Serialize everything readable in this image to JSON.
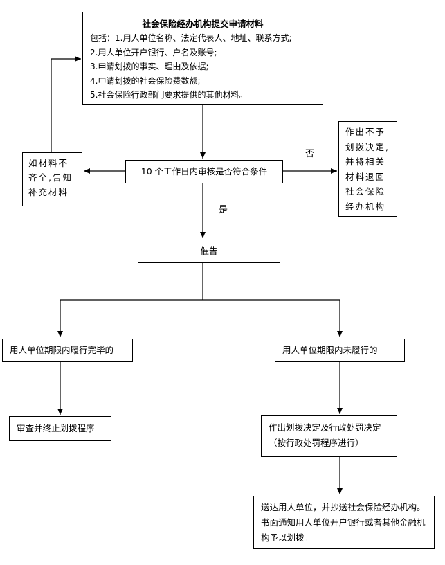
{
  "top_box": {
    "title": "社会保险经办机构提交申请材料",
    "lines": [
      "包括：1.用人单位名称、法定代表人、地址、联系方式;",
      "2.用人单位开户银行、户名及账号;",
      "3.申请划拨的事实、理由及依据;",
      "4.申请划拨的社会保险费数额;",
      "5.社会保险行政部门要求提供的其他材料。"
    ]
  },
  "review_box": {
    "text": "10 个工作日内审核是否符合条件"
  },
  "left_box": {
    "text": "如材料不齐全,告知补充材料"
  },
  "right_box": {
    "text": "作出不予划拨决定,并将相关材料退回社会保险经办机构"
  },
  "labels": {
    "no": "否",
    "yes": "是"
  },
  "urge_box": {
    "text": "催告"
  },
  "done_box": {
    "text": "用人单位期限内履行完毕的"
  },
  "notdone_box": {
    "text": "用人单位期限内未履行的"
  },
  "terminate_box": {
    "text": "审查并终止划拨程序"
  },
  "decision_box": {
    "text": "作出划拨决定及行政处罚决定（按行政处罚程序进行）"
  },
  "notify_box": {
    "text": "送达用人单位，并抄送社会保险经办机构。书面通知用人单位开户银行或者其他金融机构予以划拨。"
  }
}
